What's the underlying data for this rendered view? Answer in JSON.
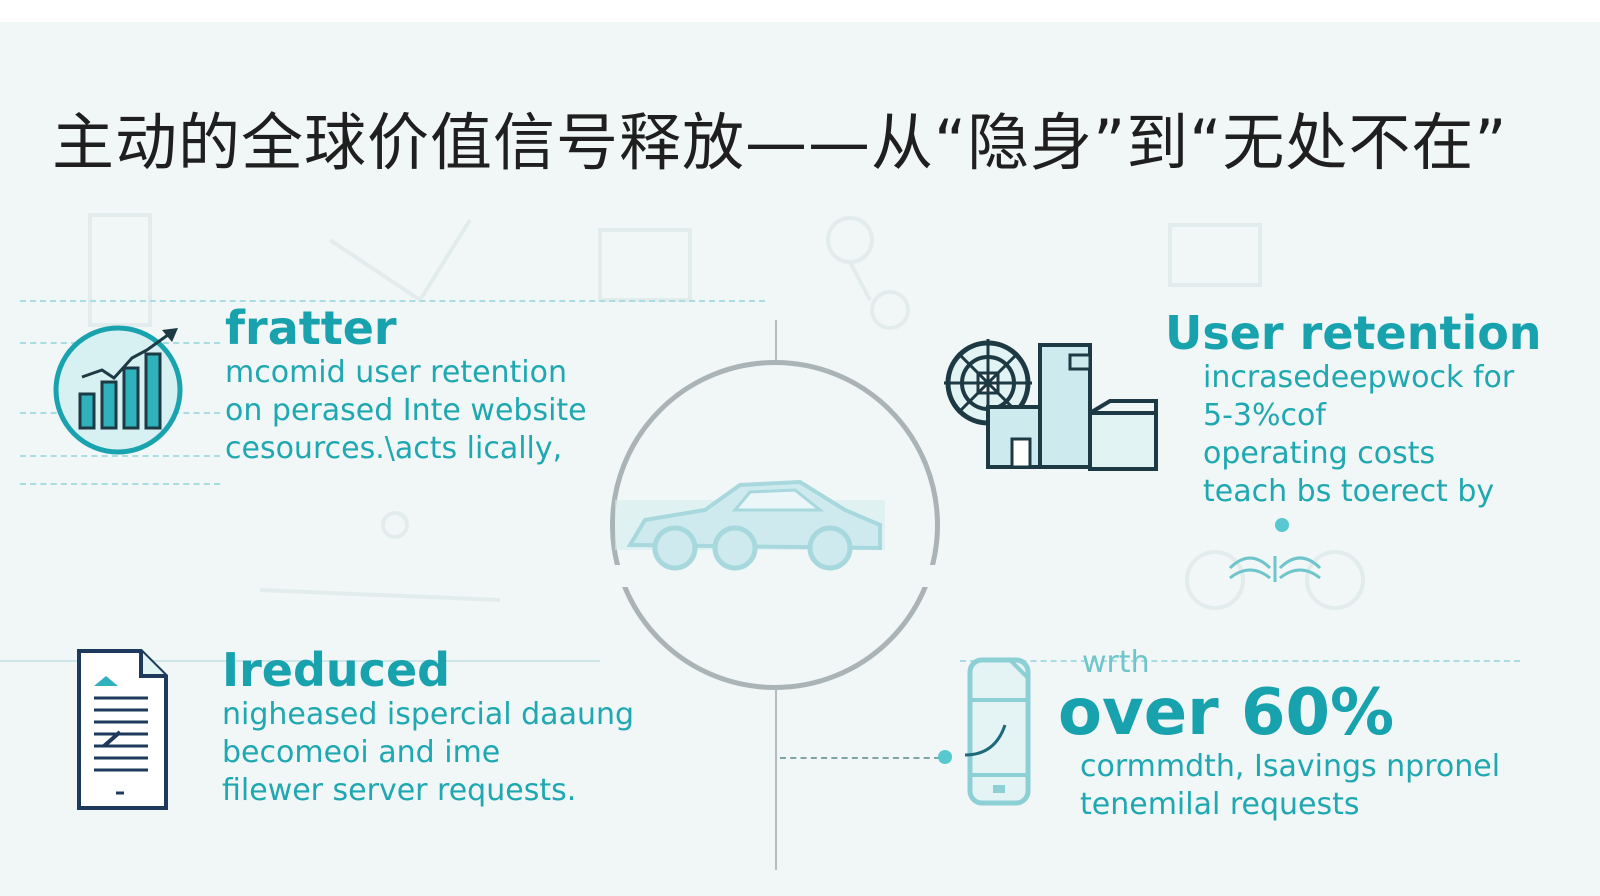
{
  "title": "主动的全球价值信号释放——从“隐身”到“无处不在”",
  "colors": {
    "accent": "#17a2ad",
    "text_dark": "#1f1f1f",
    "line_gray": "#aab3b6",
    "background": "#f1f6f6"
  },
  "top_left": {
    "heading": "fratter",
    "lines": [
      "mcomid user retention",
      "on perased Inte website",
      "cesources.\\acts lically,"
    ],
    "icon": "growth-chart-icon"
  },
  "top_right": {
    "heading": "User retention",
    "lines": [
      "incrasedeepwock for",
      "5-3%cof",
      "operating costs",
      "teach bs toerect by"
    ],
    "icon": "factory-gear-icon"
  },
  "bottom_left": {
    "heading": "Ireduced",
    "lines": [
      "nigheased ispercial daaung",
      "becomeoi and ime",
      "filewer server requests."
    ],
    "icon": "document-icon"
  },
  "bottom_right": {
    "small_label": "wrth",
    "big_value": "over 60%",
    "lines": [
      "cormmdth, Isavings npronel",
      "tenemilal requests"
    ],
    "icon": "smartphone-icon"
  },
  "center_icon": "car-icon"
}
